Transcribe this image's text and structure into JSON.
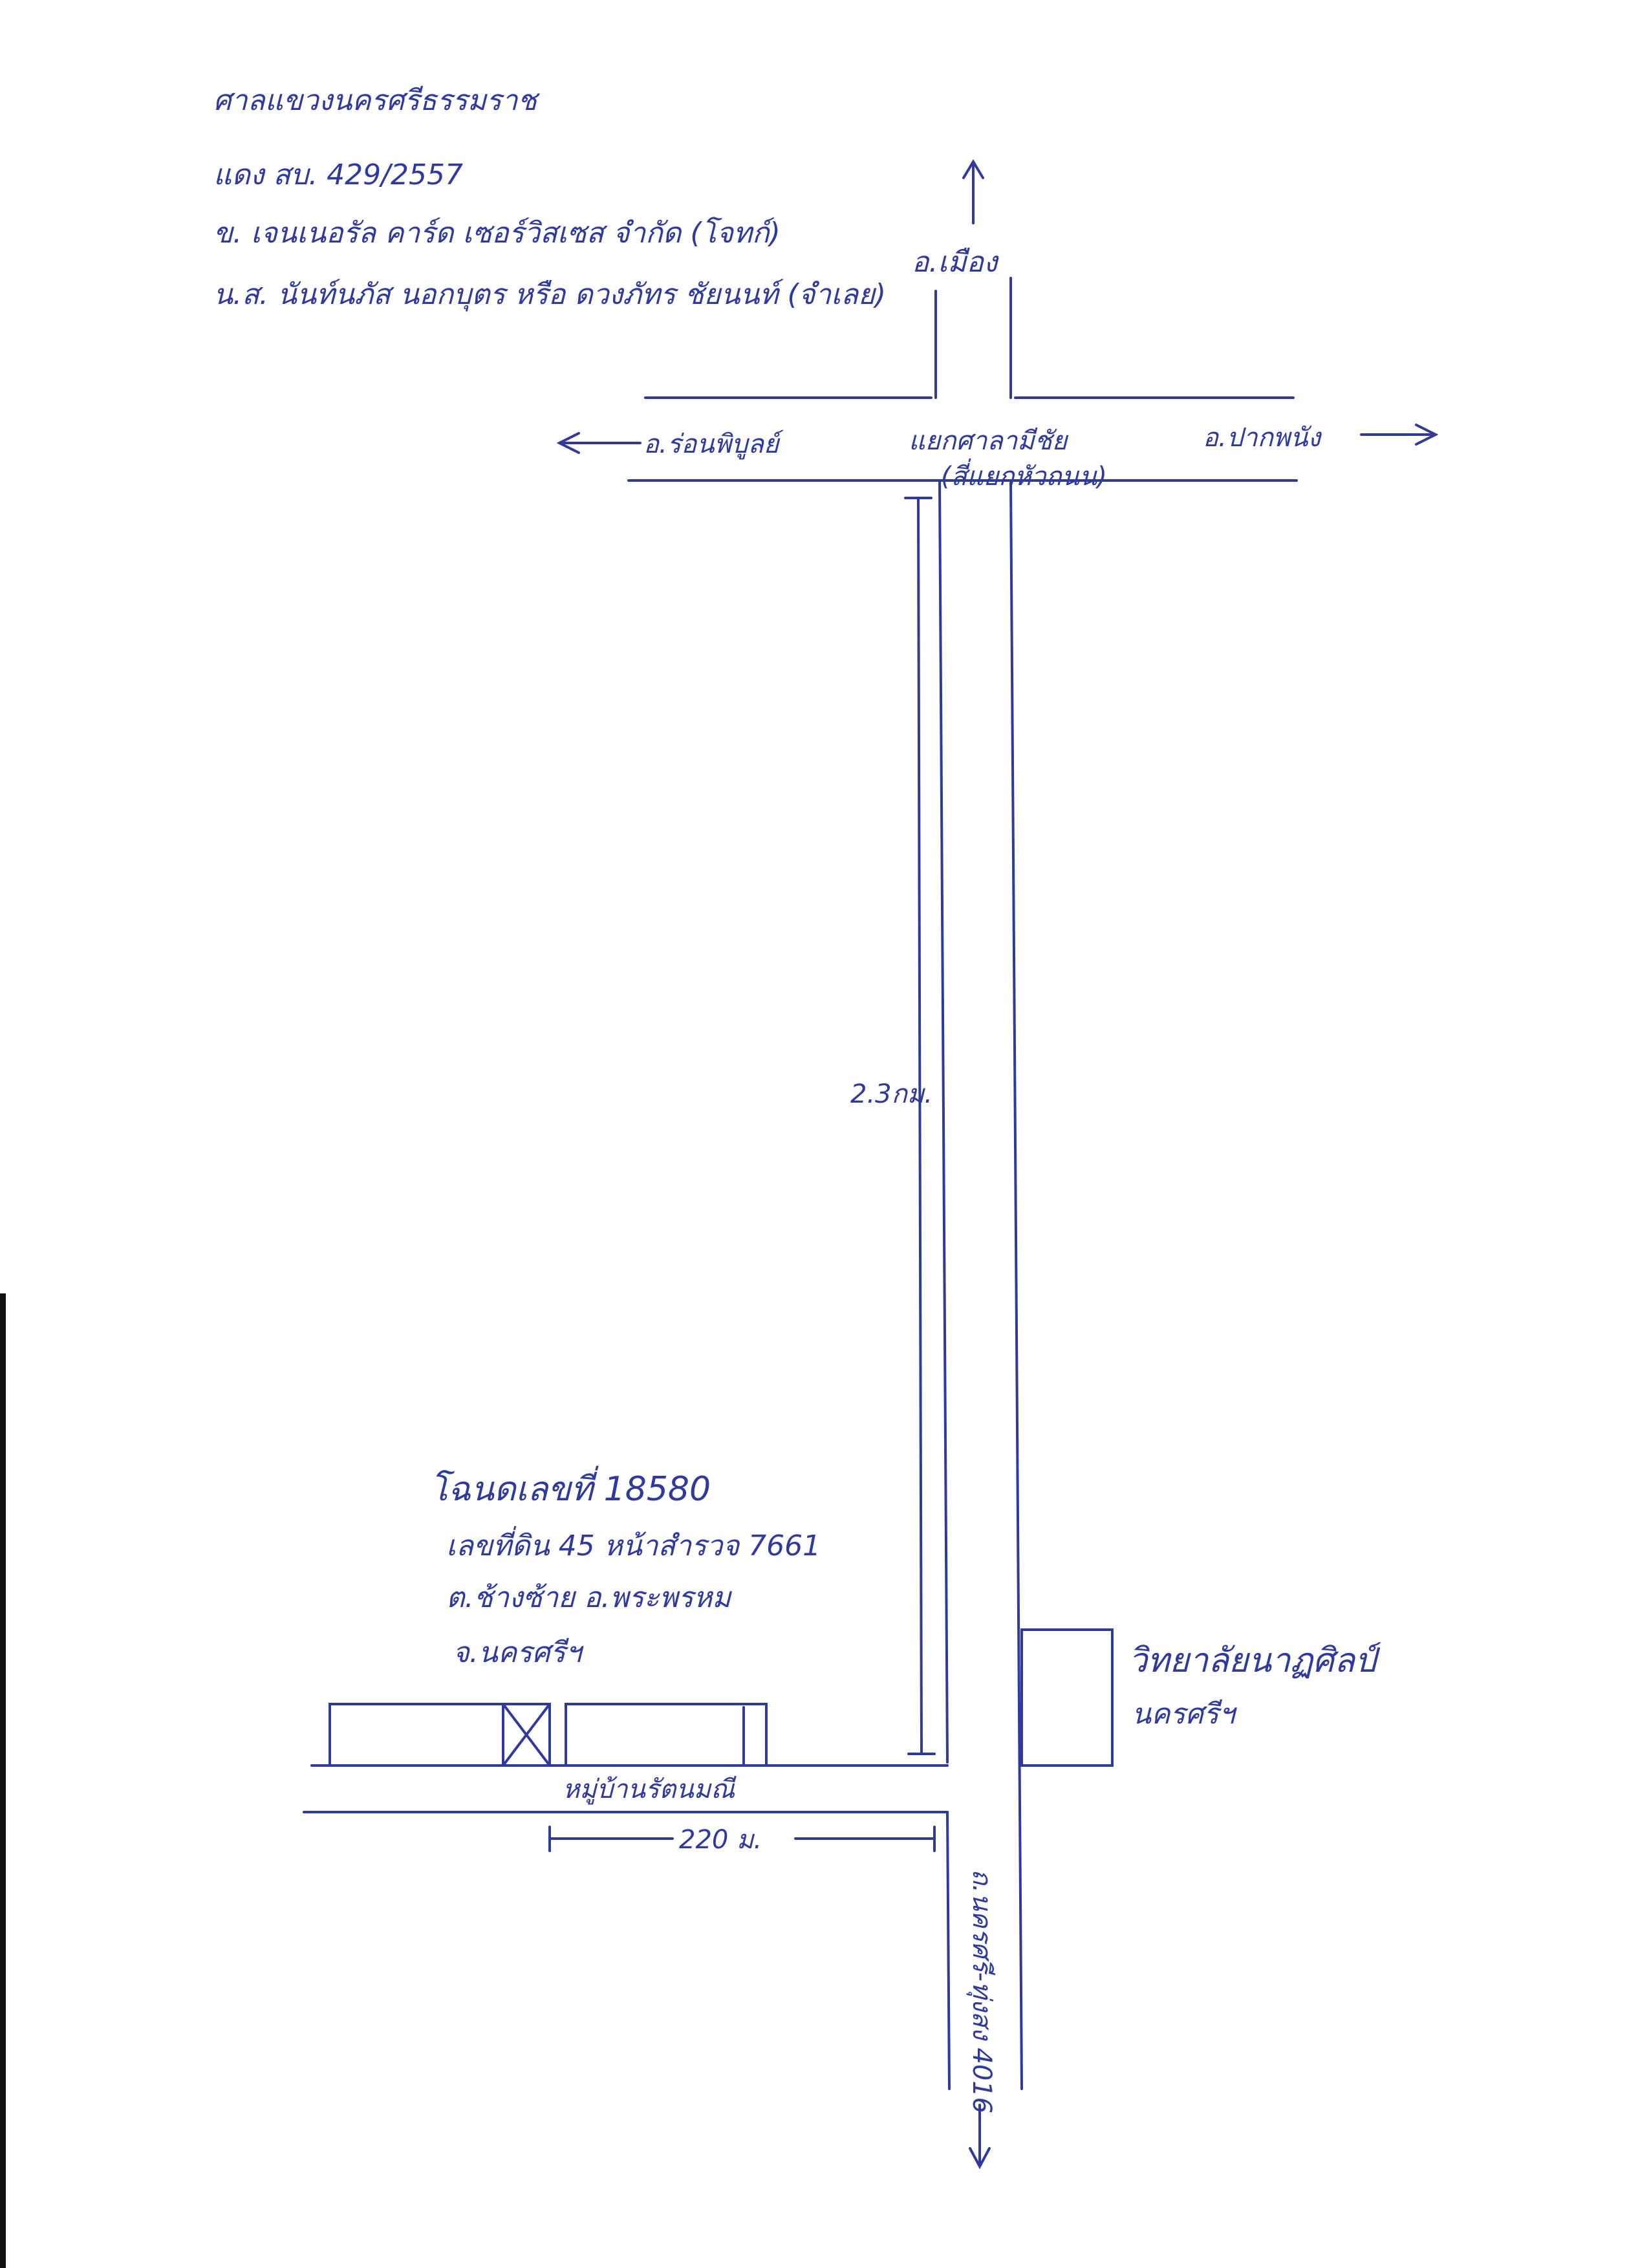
{
  "header": {
    "court": "ศาลแขวงนครศรีธรรมราช",
    "case_no": "แดง สบ. 429/2557",
    "plaintiff": "ข. เจนเนอรัล คาร์ด เซอร์วิสเซส จำกัด (โจทก์)",
    "defendant": "น.ส. นันท์นภัส นอกบุตร หรือ ดวงภัทร ชัยนนท์ (จำเลย)"
  },
  "roads": {
    "north": "อ.เมือง",
    "west": "อ.ร่อนพิบูลย์",
    "east": "อ.ปากพนัง",
    "junction": "แยกศาลามีชัย",
    "junction_sub": "(สี่แยกหัวถนน)",
    "highway": "ถ.นครศรี-ทุ่งสง 4016",
    "village": "หมู่บ้านรัตนมณี"
  },
  "distances": {
    "vertical": "2.3กม.",
    "horizontal": "220 ม."
  },
  "parcel": {
    "line1": "โฉนดเลขที่ 18580",
    "line2": "เลขที่ดิน 45 หน้าสำรวจ 7661",
    "line3": "ต.ช้างซ้าย อ.พระพรหม",
    "line4": "จ.นครศรีฯ"
  },
  "landmark": {
    "line1": "วิทยาลัยนาฏศิลป์",
    "line2": "นครศรีฯ"
  },
  "colors": {
    "ink": "#2f3a9e",
    "paper": "#ffffff"
  }
}
